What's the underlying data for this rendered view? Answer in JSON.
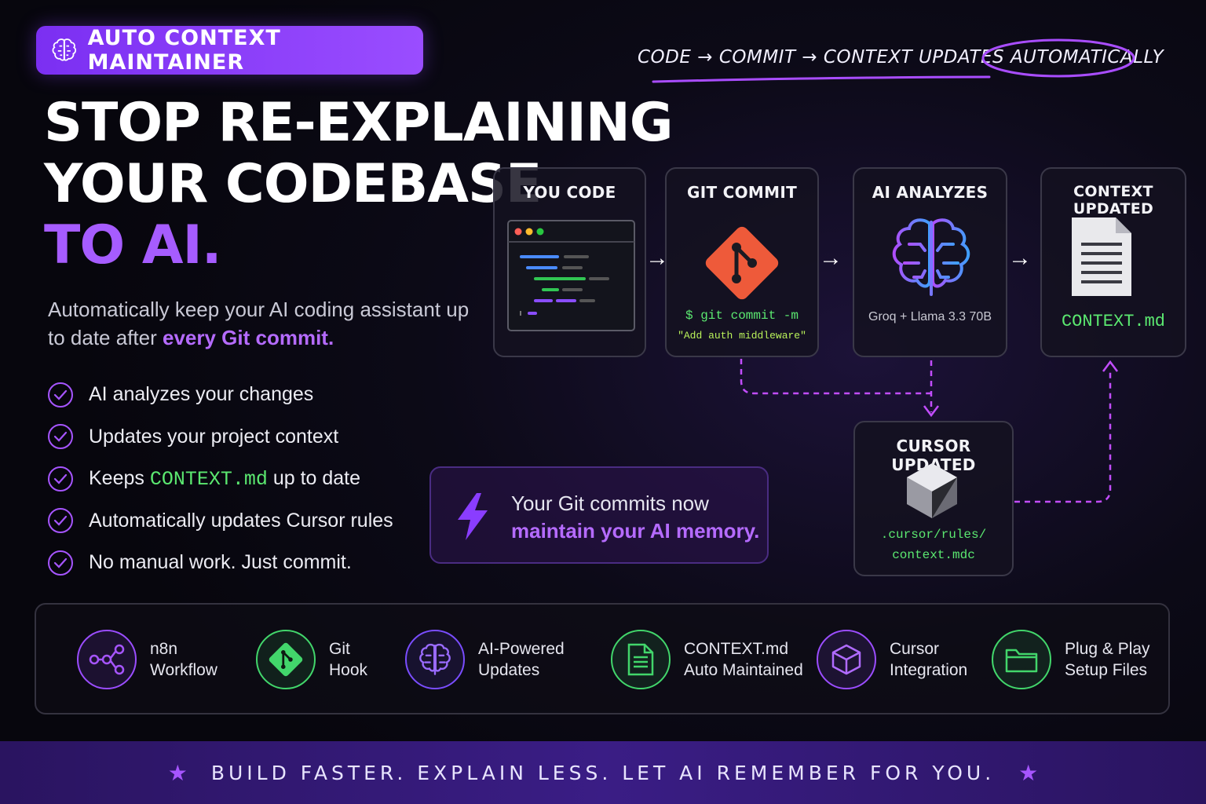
{
  "badge": {
    "label": "AUTO CONTEXT MAINTAINER",
    "icon": "brain-icon"
  },
  "tagline": {
    "parts": [
      "CODE",
      "COMMIT",
      "CONTEXT UPDATES"
    ],
    "arrow": "→",
    "emphasis": "AUTOMATICALLY"
  },
  "headline": {
    "line1": "STOP RE-EXPLAINING",
    "line2": "YOUR CODEBASE",
    "line3": "TO AI."
  },
  "subtitle": {
    "text": "Automatically keep your AI coding assistant up to date after ",
    "highlight": "every Git commit."
  },
  "checklist": [
    {
      "text": "AI analyzes your changes"
    },
    {
      "text": "Updates your project context"
    },
    {
      "before": "Keeps ",
      "code": "CONTEXT.md",
      "after": " up to date"
    },
    {
      "text": "Automatically updates Cursor rules"
    },
    {
      "text": "No manual work. Just commit."
    }
  ],
  "flow": {
    "you_code": {
      "title": "YOU CODE",
      "icon": "code-editor-icon"
    },
    "git_commit": {
      "title": "GIT COMMIT",
      "icon": "git-icon",
      "command": "$ git commit -m",
      "message": "\"Add auth middleware\""
    },
    "ai_analyzes": {
      "title": "AI ANALYZES",
      "icon": "brain-icon",
      "model": "Groq + Llama 3.3 70B"
    },
    "context_updated": {
      "title": "CONTEXT UPDATED",
      "icon": "document-icon",
      "file": "CONTEXT.md"
    },
    "cursor_updated": {
      "title": "CURSOR UPDATED",
      "icon": "cursor-logo-icon",
      "path1": ".cursor/rules/",
      "path2": "context.mdc"
    },
    "arrow": "→"
  },
  "callout": {
    "line1": "Your Git commits now",
    "line2": "maintain your AI memory.",
    "icon": "lightning-icon"
  },
  "features": [
    {
      "line1": "n8n",
      "line2": "Workflow",
      "icon": "workflow-icon",
      "color": "#9b4dff"
    },
    {
      "line1": "Git",
      "line2": "Hook",
      "icon": "git-icon",
      "color": "#42d66b"
    },
    {
      "line1": "AI-Powered",
      "line2": "Updates",
      "icon": "brain-icon",
      "color": "#9b4dff"
    },
    {
      "line1": "CONTEXT.md",
      "line2": "Auto Maintained",
      "icon": "document-icon",
      "color": "#42d66b"
    },
    {
      "line1": "Cursor",
      "line2": "Integration",
      "icon": "cube-icon",
      "color": "#9b4dff"
    },
    {
      "line1": "Plug & Play",
      "line2": "Setup Files",
      "icon": "folder-icon",
      "color": "#42d66b"
    }
  ],
  "footer": {
    "text": "BUILD FASTER. EXPLAIN LESS. LET AI REMEMBER FOR YOU.",
    "star": "★"
  },
  "colors": {
    "accent_purple": "#9b4dff",
    "accent_green": "#5be870",
    "background": "#0c0a17"
  }
}
